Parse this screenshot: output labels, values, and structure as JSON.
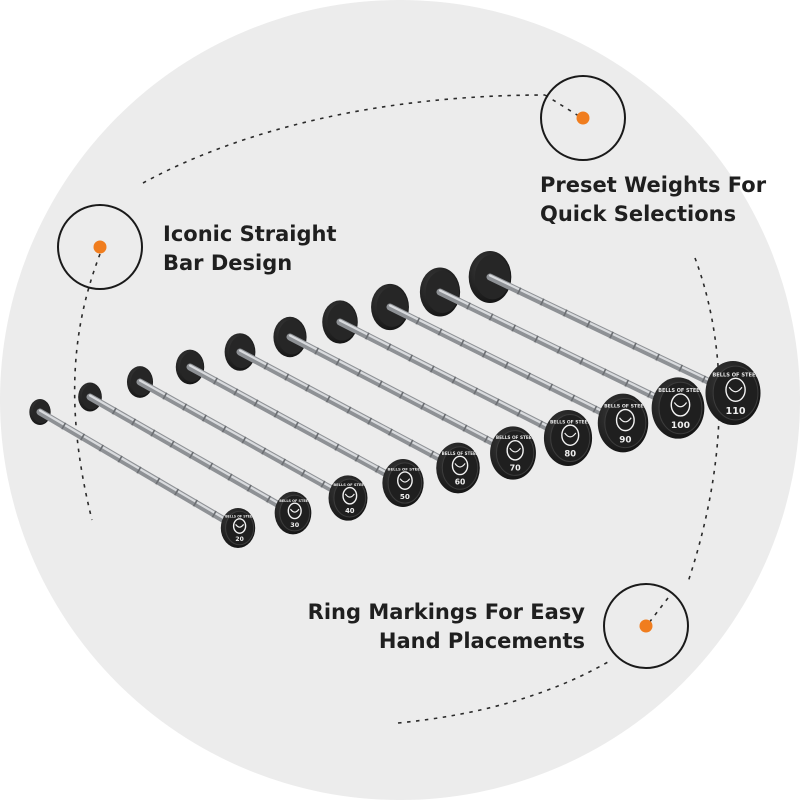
{
  "features": {
    "straight_bar": {
      "line1": "Iconic Straight",
      "line2": "Bar Design",
      "icon": "orange-dot-icon"
    },
    "preset_weights": {
      "line1": "Preset Weights For",
      "line2": "Quick Selections",
      "icon": "orange-dot-icon"
    },
    "ring_markings": {
      "line1": "Ring Markings For Easy",
      "line2": "Hand Placements",
      "icon": "orange-dot-icon"
    }
  },
  "barbells": [
    {
      "weight": "20"
    },
    {
      "weight": "30"
    },
    {
      "weight": "40"
    },
    {
      "weight": "50"
    },
    {
      "weight": "60"
    },
    {
      "weight": "70"
    },
    {
      "weight": "80"
    },
    {
      "weight": "90"
    },
    {
      "weight": "100"
    },
    {
      "weight": "110"
    }
  ],
  "plate_brand": "BELLS OF STEEL",
  "colors": {
    "accent": "#f07d1e",
    "backdrop": "#ececec",
    "text": "#1f1f1f",
    "plate": "#1c1c1c",
    "bar": "#b9bcc0"
  }
}
